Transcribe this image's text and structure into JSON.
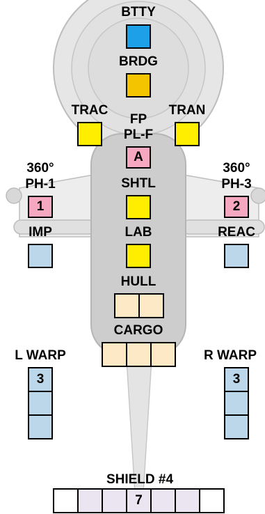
{
  "colors": {
    "hull_light": "#ebebeb",
    "hull_mid": "#d4d4d4",
    "hull_dark": "#bcbcbc",
    "nacelle_hatch": "#9a9a9a",
    "battery": "#1ea0e8",
    "bridge": "#f5c400",
    "yellow": "#ffee00",
    "weapon": "#f5a8c0",
    "blue_box": "#bcd6ea",
    "tan": "#fde9c6",
    "shield": "#ebe4f1",
    "white": "#ffffff"
  },
  "labels": {
    "btty": "BTTY",
    "brdg": "BRDG",
    "trac": "TRAC",
    "fp": "FP",
    "plf": "PL-F",
    "tran": "TRAN",
    "ph1_arc": "360°",
    "ph1": "PH-1",
    "ph3_arc": "360°",
    "ph3": "PH-3",
    "shtl": "SHTL",
    "imp": "IMP",
    "reac": "REAC",
    "lab": "LAB",
    "hull": "HULL",
    "cargo": "CARGO",
    "lwarp": "L WARP",
    "rwarp": "R WARP",
    "shield4": "SHIELD #4"
  },
  "boxes": {
    "plf": "A",
    "ph1": "1",
    "ph3": "2",
    "lwarp": "3",
    "rwarp": "3",
    "shield": "7"
  }
}
